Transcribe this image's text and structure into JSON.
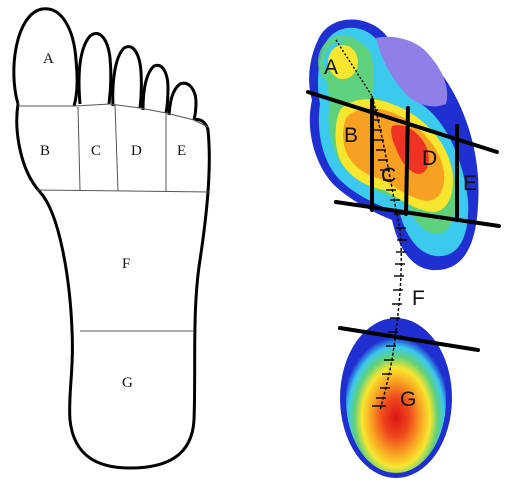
{
  "outline_foot": {
    "regions": [
      {
        "id": "A",
        "label": "A"
      },
      {
        "id": "B",
        "label": "B"
      },
      {
        "id": "C",
        "label": "C"
      },
      {
        "id": "D",
        "label": "D"
      },
      {
        "id": "E",
        "label": "E"
      },
      {
        "id": "F",
        "label": "F"
      },
      {
        "id": "G",
        "label": "G"
      }
    ]
  },
  "pressure_foot": {
    "regions": [
      {
        "id": "A",
        "label": "A"
      },
      {
        "id": "B",
        "label": "B"
      },
      {
        "id": "C",
        "label": "C"
      },
      {
        "id": "D",
        "label": "D"
      },
      {
        "id": "E",
        "label": "E"
      },
      {
        "id": "F",
        "label": "F"
      },
      {
        "id": "G",
        "label": "G"
      }
    ],
    "colors": {
      "outer": "#1f2fd0",
      "cyan": "#3cc9ee",
      "green": "#5fd07c",
      "yellow": "#f7e62f",
      "orange": "#f8a022",
      "red": "#ee3324",
      "violet": "#8f7fe6"
    }
  }
}
